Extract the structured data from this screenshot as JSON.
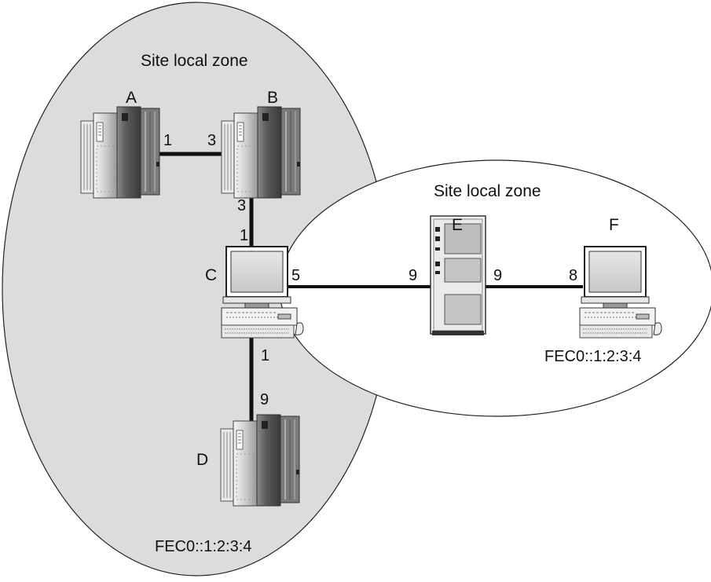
{
  "zones": {
    "left": {
      "label": "Site local zone"
    },
    "right": {
      "label": "Site local zone"
    }
  },
  "nodes": {
    "A": {
      "label": "A",
      "kind": "tower-server-icon"
    },
    "B": {
      "label": "B",
      "kind": "tower-server-icon"
    },
    "C": {
      "label": "C",
      "kind": "workstation-icon"
    },
    "D": {
      "label": "D",
      "kind": "tower-server-icon",
      "address": "FEC0::1:2:3:4"
    },
    "E": {
      "label": "E",
      "kind": "router-icon"
    },
    "F": {
      "label": "F",
      "kind": "workstation-icon",
      "address": "FEC0::1:2:3:4"
    }
  },
  "links": {
    "A_B": {
      "from": "A",
      "to": "B",
      "port_from": "1",
      "port_to": "3"
    },
    "B_C": {
      "from": "B",
      "to": "C",
      "port_from": "3",
      "port_to": "1"
    },
    "C_E": {
      "from": "C",
      "to": "E",
      "port_from": "5",
      "port_to": "9"
    },
    "E_F": {
      "from": "E",
      "to": "F",
      "port_from": "9",
      "port_to": "8"
    },
    "C_D": {
      "from": "C",
      "to": "D",
      "port_from": "1",
      "port_to": "9"
    }
  }
}
